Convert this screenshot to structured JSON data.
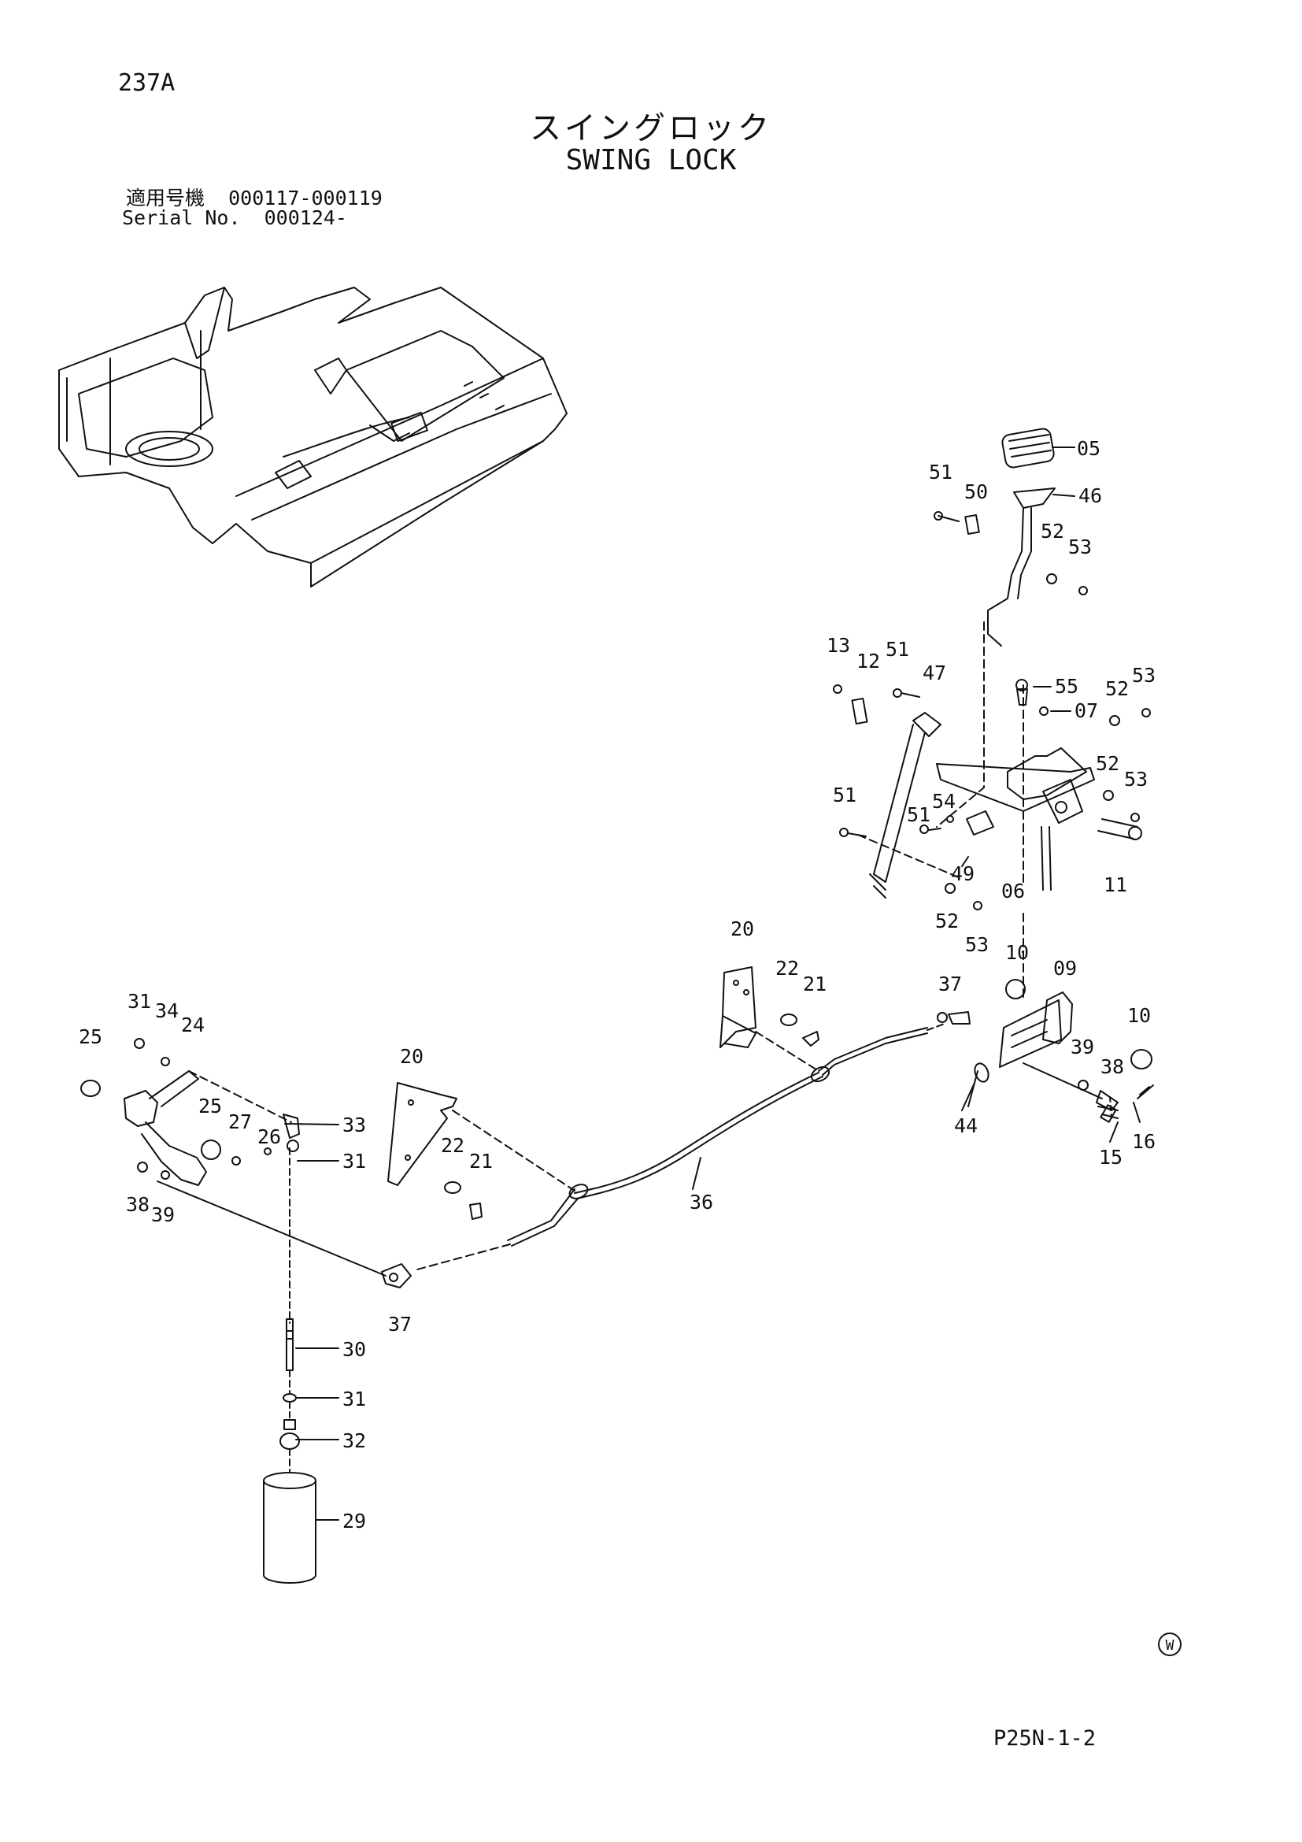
{
  "document": {
    "number": "237A",
    "title_jp": "スイングロック",
    "title_en": "SWING LOCK",
    "serial_label_jp": "適用号機",
    "serial_range_jp": "000117-000119",
    "serial_label_en": "Serial No.",
    "serial_range_en": "000124-",
    "page_code": "P25N-1-2",
    "mark": "W"
  },
  "part_labels": {
    "p05": "05",
    "p46": "46",
    "p51a": "51",
    "p50": "50",
    "p52a": "52",
    "p53a": "53",
    "p13": "13",
    "p12": "12",
    "p51b": "51",
    "p47": "47",
    "p55": "55",
    "p07": "07",
    "p52b": "52",
    "p53b": "53",
    "p52c": "52",
    "p53c": "53",
    "p51c": "51",
    "p51d": "51",
    "p54": "54",
    "p49": "49",
    "p06": "06",
    "p11": "11",
    "p52d": "52",
    "p53d": "53",
    "p10a": "10",
    "p09": "09",
    "p10b": "10",
    "p37a": "37",
    "p39a": "39",
    "p38a": "38",
    "p44": "44",
    "p15": "15",
    "p16": "16",
    "p20a": "20",
    "p22a": "22",
    "p21a": "21",
    "p36": "36",
    "p20b": "20",
    "p22b": "22",
    "p21b": "21",
    "p31a": "31",
    "p34": "34",
    "p24": "24",
    "p25a": "25",
    "p25b": "25",
    "p27": "27",
    "p26": "26",
    "p33": "33",
    "p31b": "31",
    "p38b": "38",
    "p39b": "39",
    "p37b": "37",
    "p30": "30",
    "p31c": "31",
    "p32": "32",
    "p29": "29"
  }
}
